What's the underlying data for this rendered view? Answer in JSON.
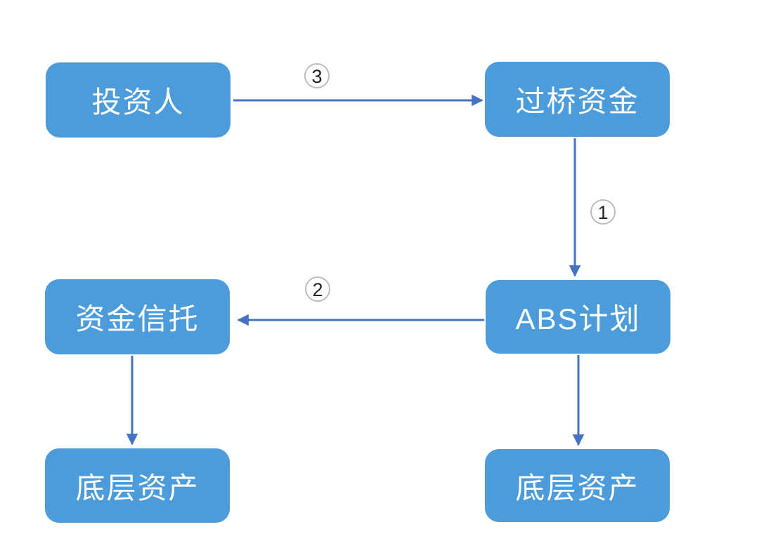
{
  "colors": {
    "node_fill": "#4c9cdc",
    "node_text": "#ffffff",
    "arrow": "#4472c4",
    "label_text": "#222222",
    "label_circle_border": "#bcbcbc",
    "label_circle_fill": "#ffffff",
    "page_bg": "#ffffff"
  },
  "diagram": {
    "nodes": [
      {
        "id": "investor",
        "label": "投资人"
      },
      {
        "id": "bridge-funds",
        "label": "过桥资金"
      },
      {
        "id": "fund-trust",
        "label": "资金信托"
      },
      {
        "id": "abs-plan",
        "label": "ABS计划"
      },
      {
        "id": "underlying-assets-left",
        "label": "底层资产"
      },
      {
        "id": "underlying-assets-right",
        "label": "底层资产"
      }
    ],
    "edges": [
      {
        "from": "investor",
        "to": "bridge-funds",
        "label": "3",
        "direction": "right"
      },
      {
        "from": "bridge-funds",
        "to": "abs-plan",
        "label": "1",
        "direction": "down"
      },
      {
        "from": "abs-plan",
        "to": "fund-trust",
        "label": "2",
        "direction": "left"
      },
      {
        "from": "fund-trust",
        "to": "underlying-assets-left",
        "label": "",
        "direction": "down"
      },
      {
        "from": "abs-plan",
        "to": "underlying-assets-right",
        "label": "",
        "direction": "down"
      }
    ]
  }
}
